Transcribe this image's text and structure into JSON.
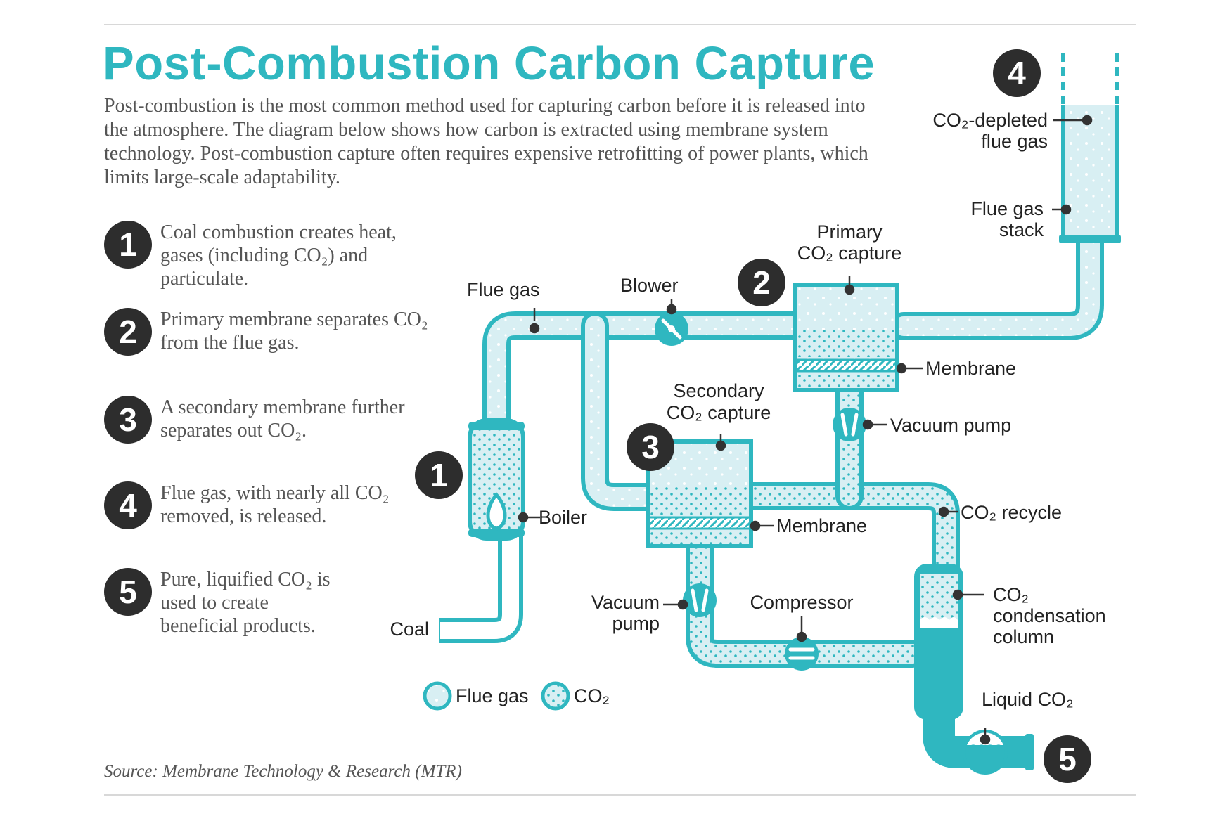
{
  "header": {
    "title": "Post-Combustion Carbon Capture",
    "intro": "Post-combustion is the most common method used for capturing carbon before it is released into the atmosphere. The diagram below shows how carbon is extracted using membrane system technology. Post-combustion capture often requires expensive retrofitting of power plants, which limits large-scale adaptability."
  },
  "steps": [
    {
      "num": "1",
      "text": "Coal combustion creates heat, gases (including CO₂) and particulate."
    },
    {
      "num": "2",
      "text": "Primary membrane separates CO₂ from the flue gas."
    },
    {
      "num": "3",
      "text": "A secondary membrane further separates out CO₂."
    },
    {
      "num": "4",
      "text": "Flue gas, with nearly all CO₂ removed, is released."
    },
    {
      "num": "5",
      "text": "Pure, liquified CO₂ is used to create beneficial products."
    }
  ],
  "diagram": {
    "labels": {
      "flue_gas": "Flue gas",
      "blower": "Blower",
      "primary_capture_1": "Primary",
      "primary_capture_2": "CO₂ capture",
      "membrane_primary": "Membrane",
      "vacuum_pump_primary": "Vacuum pump",
      "secondary_capture_1": "Secondary",
      "secondary_capture_2": "CO₂ capture",
      "membrane_secondary": "Membrane",
      "co2_recycle": "CO₂ recycle",
      "co2_condensation_1": "CO₂",
      "co2_condensation_2": "condensation",
      "co2_condensation_3": "column",
      "vacuum_pump_secondary_1": "Vacuum",
      "vacuum_pump_secondary_2": "pump",
      "compressor": "Compressor",
      "liquid_co2": "Liquid CO₂",
      "boiler": "Boiler",
      "coal": "Coal",
      "stack_1": "Flue gas",
      "stack_2": "stack",
      "depleted_1": "CO₂-depleted",
      "depleted_2": "flue gas"
    },
    "badges": {
      "b1": "1",
      "b2": "2",
      "b3": "3",
      "b4": "4",
      "b5": "5"
    },
    "legend": {
      "flue_gas": "Flue gas",
      "co2": "CO₂"
    }
  },
  "source": "Source: Membrane Technology & Research (MTR)",
  "colors": {
    "accent": "#2fb7c0",
    "light_fill": "#d6eef2",
    "dark": "#2d2d2d"
  }
}
